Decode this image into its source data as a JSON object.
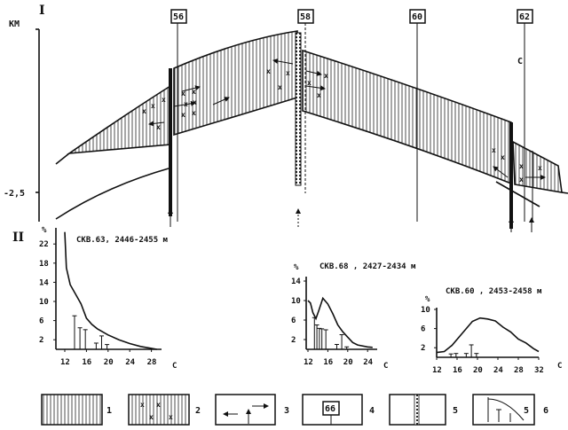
{
  "section_i": {
    "label": "I",
    "unit": "КМ",
    "depth_tick": "-2,5",
    "c_mark": "С",
    "wells": [
      {
        "label": "56"
      },
      {
        "label": "58"
      },
      {
        "label": "60"
      },
      {
        "label": "62"
      }
    ]
  },
  "section_ii": {
    "label": "II"
  },
  "charts": [
    {
      "type": "line",
      "title": "СКВ.63, 2446-2455 м",
      "ylabel": "%",
      "xlabel": "С",
      "yticks": [
        "22",
        "18",
        "14",
        "10",
        "6",
        "2"
      ],
      "xticks": [
        "12",
        "16",
        "20",
        "24",
        "28"
      ],
      "curve": [
        [
          12,
          24.5
        ],
        [
          12.3,
          17
        ],
        [
          13,
          13.5
        ],
        [
          14,
          11.5
        ],
        [
          15,
          9.5
        ],
        [
          16,
          6.5
        ],
        [
          17,
          5.2
        ],
        [
          18,
          4.3
        ],
        [
          20,
          3
        ],
        [
          22,
          2
        ],
        [
          24,
          1.2
        ],
        [
          26,
          0.6
        ],
        [
          28,
          0.2
        ],
        [
          29,
          0
        ]
      ],
      "bars": [
        [
          13.8,
          7
        ],
        [
          14.8,
          4.5
        ],
        [
          15.8,
          4.1
        ],
        [
          17.8,
          1.3
        ],
        [
          18.8,
          2.8
        ],
        [
          19.8,
          1
        ]
      ]
    },
    {
      "type": "line",
      "title": "СКВ.68 , 2427-2434 м",
      "ylabel": "%",
      "xlabel": "С",
      "yticks": [
        "14",
        "10",
        "6",
        "2"
      ],
      "xticks": [
        "12",
        "16",
        "20",
        "24"
      ],
      "curve": [
        [
          12,
          10
        ],
        [
          12.5,
          9.5
        ],
        [
          13,
          7.5
        ],
        [
          13.6,
          6.3
        ],
        [
          14.2,
          8
        ],
        [
          15,
          10.5
        ],
        [
          16,
          9.3
        ],
        [
          17,
          7.3
        ],
        [
          18,
          5
        ],
        [
          19,
          3.6
        ],
        [
          20,
          2.5
        ],
        [
          21,
          1.4
        ],
        [
          22,
          0.9
        ],
        [
          24,
          0.5
        ],
        [
          25,
          0.4
        ]
      ],
      "bars": [
        [
          13.3,
          6.5
        ],
        [
          13.8,
          5
        ],
        [
          14.3,
          4.3
        ],
        [
          14.8,
          4.2
        ],
        [
          15.6,
          4
        ],
        [
          17.8,
          1
        ],
        [
          18.8,
          3
        ],
        [
          19.8,
          0.5
        ]
      ]
    },
    {
      "type": "line",
      "title": "СКВ.60 , 2453-2458 м",
      "ylabel": "%",
      "xlabel": "С",
      "yticks": [
        "10",
        "6",
        "2"
      ],
      "xticks": [
        "12",
        "16",
        "20",
        "24",
        "28",
        "32"
      ],
      "curve": [
        [
          12,
          1
        ],
        [
          13.5,
          1.2
        ],
        [
          15,
          2.5
        ],
        [
          17,
          5
        ],
        [
          19,
          7.5
        ],
        [
          20.5,
          8.2
        ],
        [
          22,
          8
        ],
        [
          23.5,
          7.6
        ],
        [
          25,
          6.3
        ],
        [
          26.5,
          5.3
        ],
        [
          28,
          3.8
        ],
        [
          29.5,
          3
        ],
        [
          31,
          1.8
        ],
        [
          32,
          1.2
        ]
      ],
      "bars": [
        [
          14.8,
          0.7
        ],
        [
          15.8,
          0.8
        ],
        [
          17.8,
          0.8
        ],
        [
          18.8,
          2.6
        ],
        [
          19.8,
          0.8
        ]
      ]
    }
  ],
  "legend": [
    {
      "number": "1"
    },
    {
      "number": "2"
    },
    {
      "number": "3"
    },
    {
      "number": "4",
      "well_label": "66"
    },
    {
      "number": "5"
    },
    {
      "number": "6",
      "mark": "5"
    }
  ]
}
